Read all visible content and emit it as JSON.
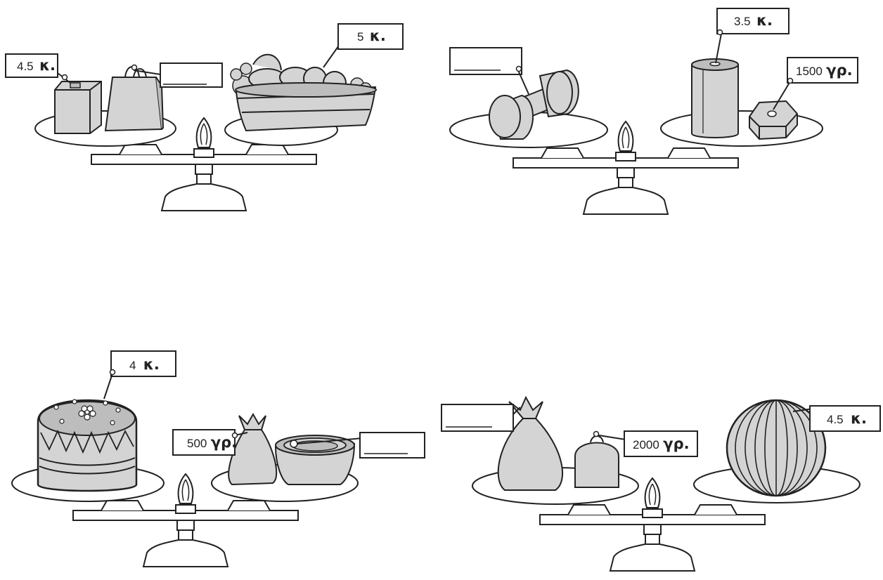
{
  "colors": {
    "stroke": "#222222",
    "fill": "#d4d4d4",
    "fill_dark": "#bdbdbd",
    "pan": "#ffffff"
  },
  "scales": [
    {
      "left_pan": [
        {
          "item": "box",
          "label_number": "4.5",
          "label_unit": "κ."
        },
        {
          "item": "shopping-bag",
          "label_number": "",
          "label_unit": "",
          "blank": true
        }
      ],
      "right_pan": [
        {
          "item": "fruit-basket",
          "label_number": "5",
          "label_unit": "κ."
        }
      ]
    },
    {
      "left_pan": [
        {
          "item": "dumbbell",
          "label_number": "",
          "label_unit": "",
          "blank": true
        }
      ],
      "right_pan": [
        {
          "item": "cylinder-weight",
          "label_number": "3.5",
          "label_unit": "κ."
        },
        {
          "item": "hex-nut-weight",
          "label_number": "1500",
          "label_unit": "γρ."
        }
      ]
    },
    {
      "left_pan": [
        {
          "item": "cake",
          "label_number": "4",
          "label_unit": "κ."
        }
      ],
      "right_pan": [
        {
          "item": "small-sack",
          "label_number": "500",
          "label_unit": "γρ."
        },
        {
          "item": "pot",
          "label_number": "",
          "label_unit": "",
          "blank": true
        }
      ]
    },
    {
      "left_pan": [
        {
          "item": "large-sack",
          "label_number": "",
          "label_unit": "",
          "blank": true
        },
        {
          "item": "small-round-weight",
          "label_number": "2000",
          "label_unit": "γρ."
        }
      ],
      "right_pan": [
        {
          "item": "watermelon",
          "label_number": "4.5",
          "label_unit": "κ."
        }
      ]
    }
  ]
}
